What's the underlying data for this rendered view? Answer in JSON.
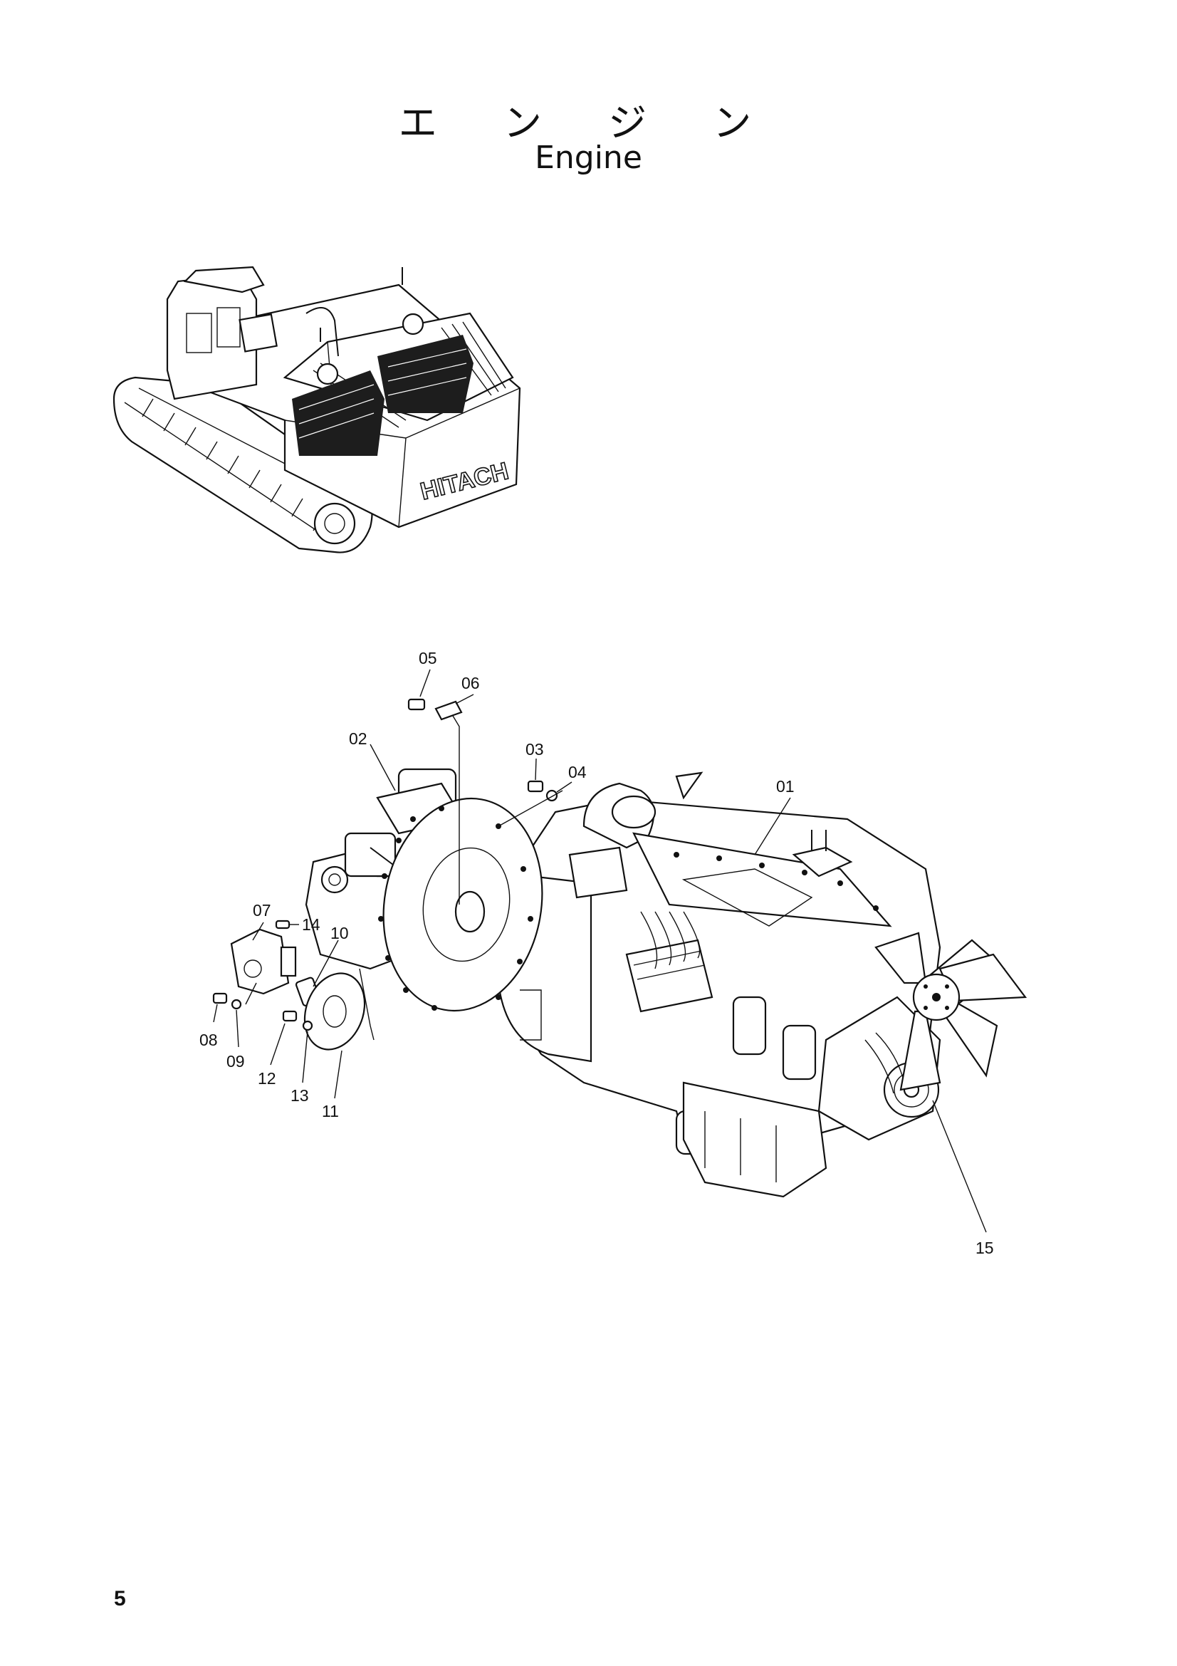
{
  "title_jp": "エ ン ジ ン",
  "title_en": "Engine",
  "page_number": "5",
  "machine_logo": "HITACH",
  "callouts": [
    "01",
    "02",
    "03",
    "04",
    "05",
    "06",
    "07",
    "08",
    "09",
    "10",
    "11",
    "12",
    "13",
    "14",
    "15"
  ]
}
